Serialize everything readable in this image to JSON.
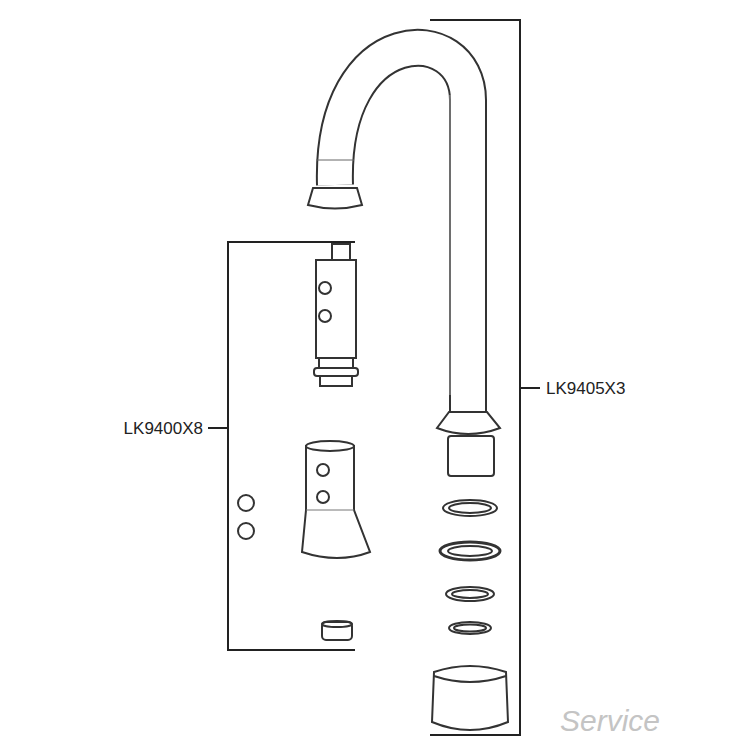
{
  "diagram": {
    "labels": [
      "LK9400X8",
      "LK9405X3",
      "Service"
    ]
  }
}
